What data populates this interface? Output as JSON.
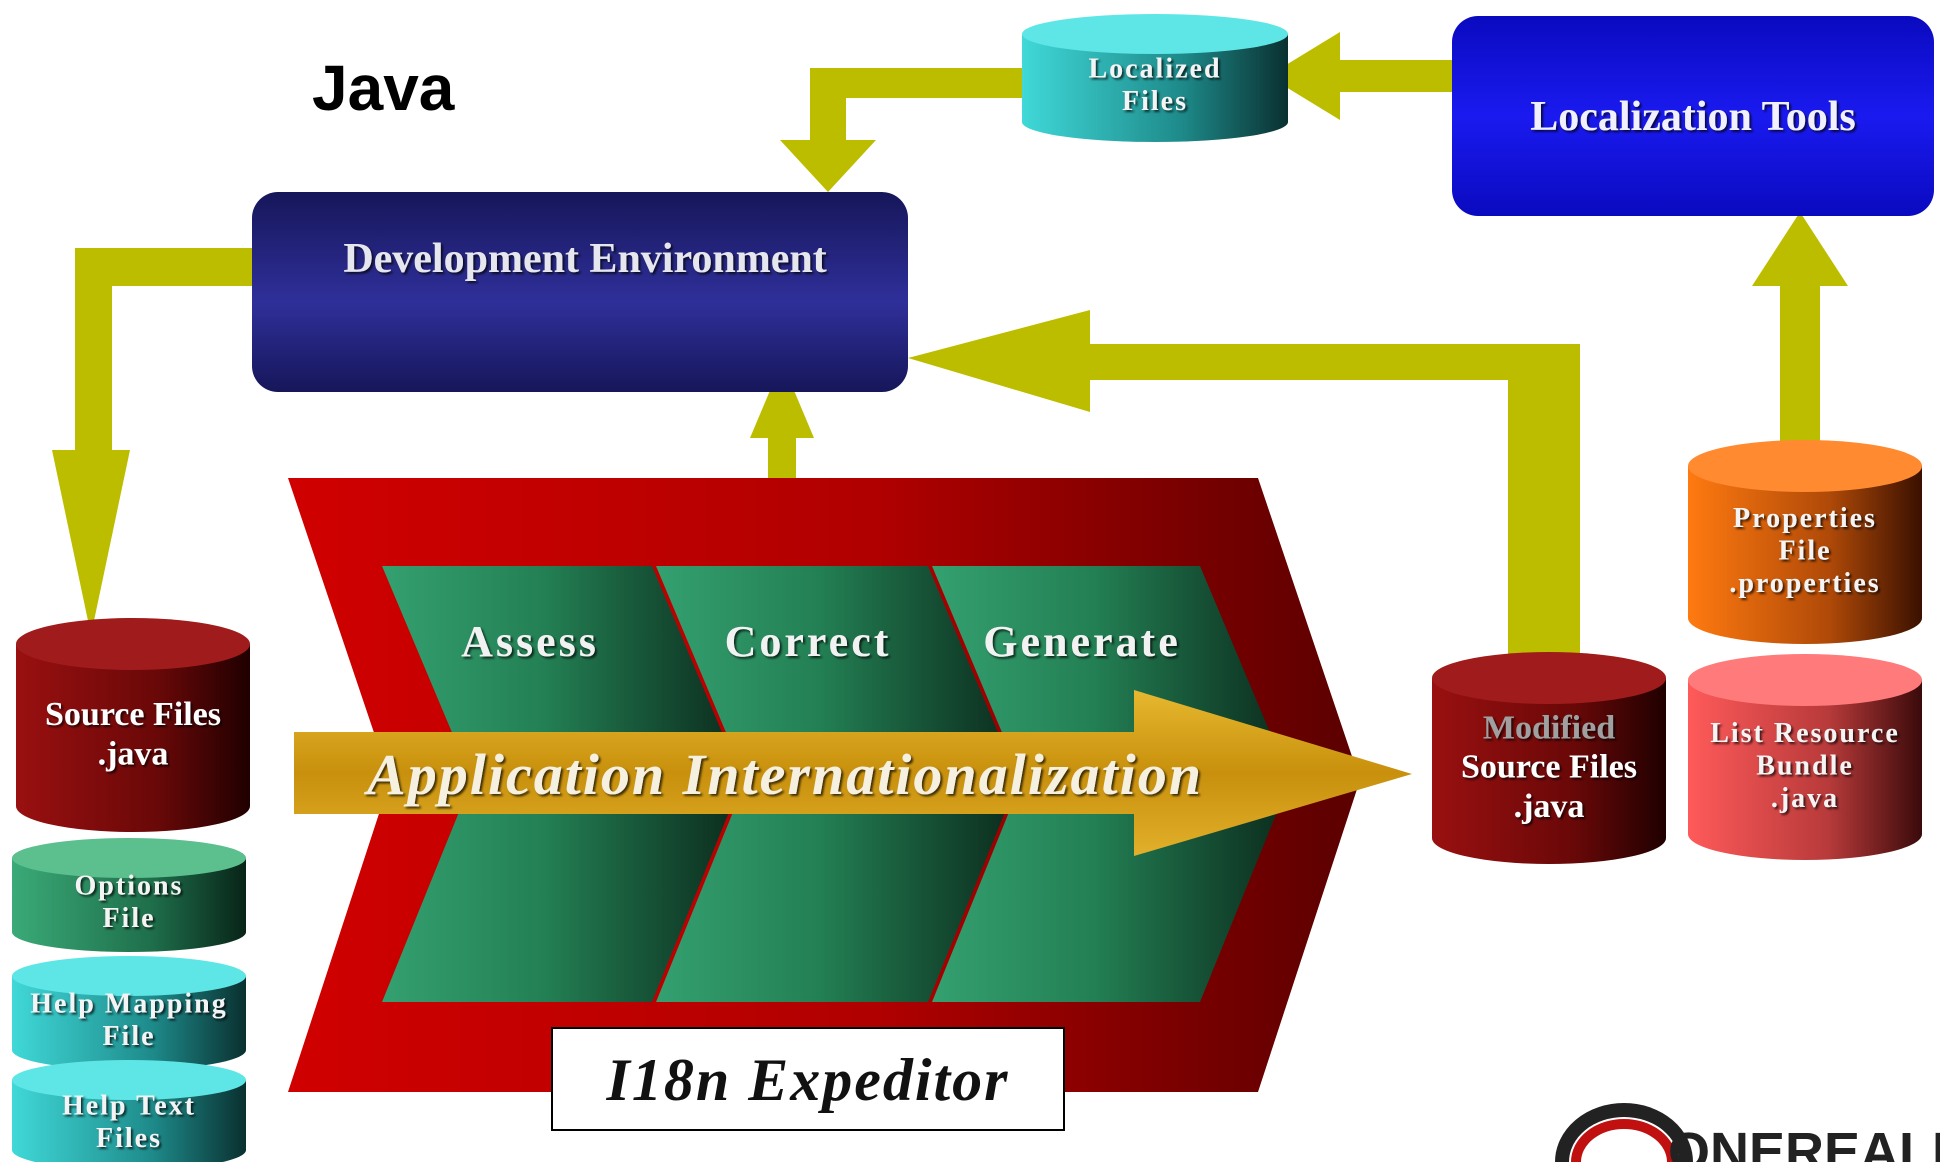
{
  "title": "Java",
  "nodes": {
    "localized_files": {
      "lines": [
        "Localized",
        "Files"
      ]
    },
    "localization_tools": {
      "label": "Localization Tools"
    },
    "development_environment": {
      "label": "Development Environment"
    },
    "source_files": {
      "lines": [
        "Source Files",
        ".java"
      ]
    },
    "options_file": {
      "lines": [
        "Options",
        "File"
      ]
    },
    "help_mapping_file": {
      "lines": [
        "Help Mapping",
        "File"
      ]
    },
    "help_text_files": {
      "lines": [
        "Help Text",
        "Files"
      ]
    },
    "modified_source_files": {
      "lines": [
        "Modified",
        "Source Files",
        ".java"
      ]
    },
    "properties_file": {
      "lines": [
        "Properties",
        "File",
        ".properties"
      ]
    },
    "list_resource_bundle": {
      "lines": [
        "List Resource",
        "Bundle",
        ".java"
      ]
    }
  },
  "stages": [
    "Assess",
    "Correct",
    "Generate"
  ],
  "process_arrow_label": "Application Internationalization",
  "product_label": "I18n Expeditor",
  "logo_text": "ONEREALM",
  "colors": {
    "arrow": "#bdbd00",
    "dev_env": "#1e1e6e",
    "loc_tools": "#1010d8",
    "chevron_red": "#c00000",
    "stage_green": "#2e8b5e",
    "ribbon_gold": "#d4a017",
    "cyl_teal": "#40d0d0",
    "cyl_maroon": "#8b1a1a",
    "cyl_orange": "#ff7a1a",
    "cyl_pink": "#ff6a6a",
    "cyl_green": "#3aa070"
  }
}
